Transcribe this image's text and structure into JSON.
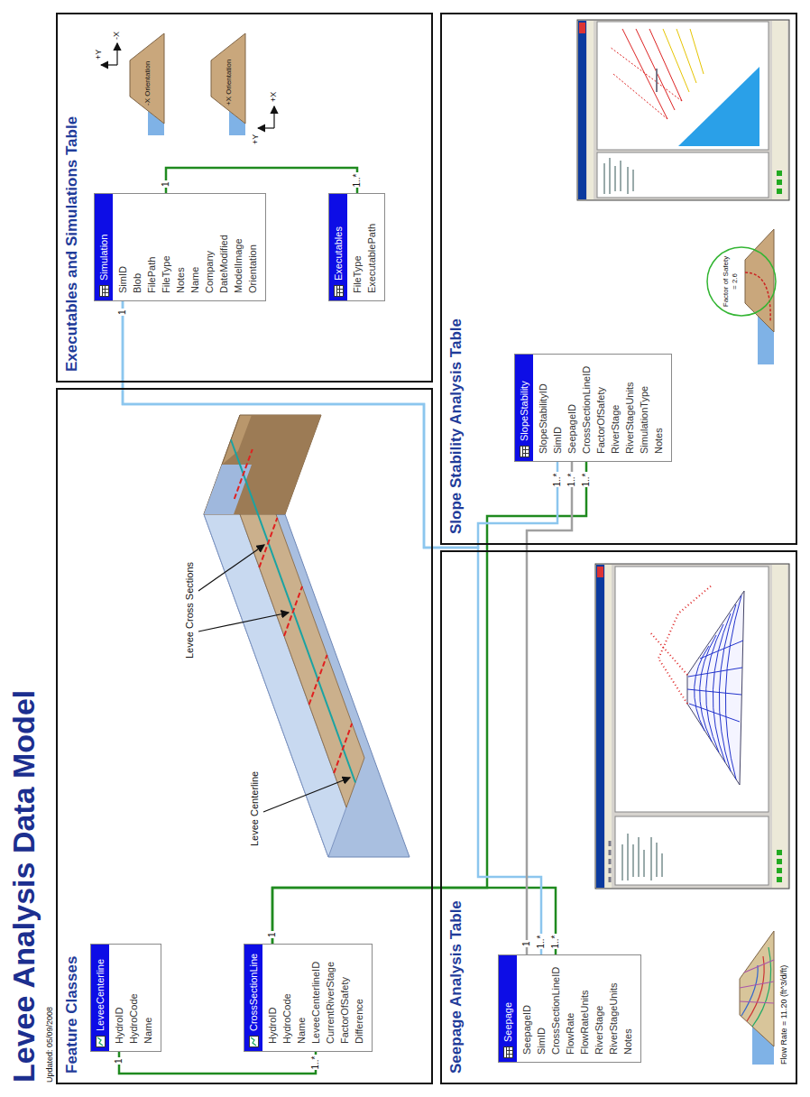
{
  "diagram": {
    "title": "Levee Analysis Data Model",
    "nodes": [
      {
        "text": [
          "Feature Classes"
        ]
      },
      {
        "text": [
          "LeveeCenterline",
          "HydroID",
          "HydroCode",
          "Name"
        ],
        "in": 0
      },
      {
        "text": [
          "CrossSectionLine",
          "HydroID",
          "HydroCode",
          "Name",
          "LeveeCenterlineID",
          "CurrentRiverStage",
          "FactorOfSafety",
          "Difference"
        ],
        "in": 0
      },
      {
        "text": [
          "Executables and Simulations Table"
        ]
      },
      {
        "text": [
          "Simulation",
          "SimID",
          "Blob",
          "FilePath",
          "FileType",
          "Notes",
          "Name",
          "Company",
          "DateModified",
          "ModelImage",
          "Orientation"
        ],
        "in": 3
      },
      {
        "text": [
          "Executables",
          "FileType",
          "ExecutablePath"
        ],
        "in": 3
      },
      {
        "text": [
          "Seepage Analysis Table"
        ]
      },
      {
        "text": [
          "Seepage",
          "SeepageID",
          "SimID",
          "CrossSectionLineID",
          "FlowRate",
          "FlowRateUnits",
          "RiverStage",
          "RiverStageUnits",
          "Notes"
        ],
        "in": 6
      },
      {
        "text": [
          "Slope Stability Analysis Table"
        ]
      },
      {
        "text": [
          "SlopeStability",
          "SlopeStabilityID",
          "SimID",
          "SeepageID",
          "CrossSectionLineID",
          "FactorOfSafety",
          "RiverStage",
          "RiverStageUnits",
          "SimulationType",
          "Notes"
        ],
        "in": 8
      },
      {
        "text": [
          "Factor of Safety = 2.6"
        ],
        "in": 8
      }
    ],
    "edges": [
      {
        "from": 1,
        "to": 2,
        "arrow": "none"
      },
      {
        "from": 2,
        "to": 7,
        "arrow": "none"
      },
      {
        "from": 2,
        "to": 9,
        "arrow": "none"
      },
      {
        "from": 4,
        "to": 7,
        "arrow": "none"
      },
      {
        "from": 4,
        "to": 9,
        "arrow": "none"
      },
      {
        "from": 7,
        "to": 9,
        "arrow": "none"
      },
      {
        "from": 4,
        "to": 5,
        "arrow": "none"
      }
    ],
    "labels": [
      "Updated: 05/09/2008",
      "1",
      "1..*",
      "1",
      "Levee Centerline",
      "Levee Cross Sections",
      "1",
      "1",
      "1..*",
      "-X Orientation",
      "+Y",
      "-X",
      "+X Orientation",
      "+Y",
      "+X",
      "1",
      "1..*",
      "1..*",
      "Flow Rate = 11.20 (ft^3/d/ft)",
      "1..*",
      "1..*",
      "1..*"
    ]
  }
}
